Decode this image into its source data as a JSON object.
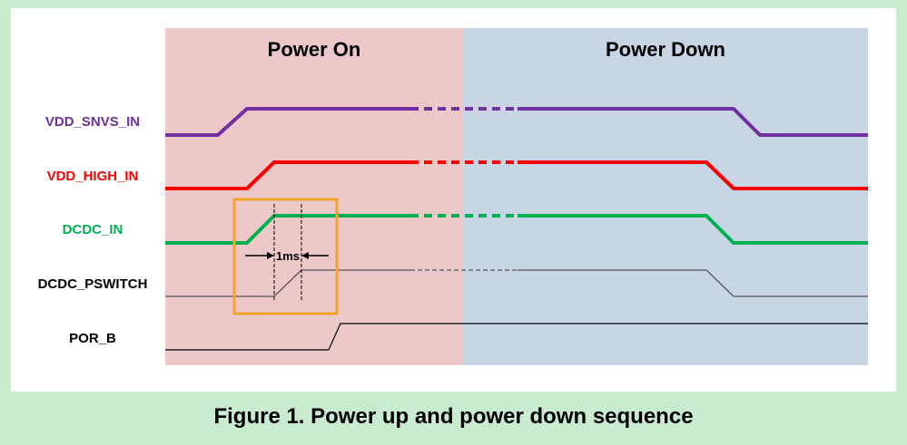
{
  "sections": {
    "power_on": "Power On",
    "power_down": "Power Down"
  },
  "signals": [
    {
      "name": "VDD_SNVS_IN",
      "color": "#7030a0"
    },
    {
      "name": "VDD_HIGH_IN",
      "color": "#ff0000"
    },
    {
      "name": "DCDC_IN",
      "color": "#00b050"
    },
    {
      "name": "DCDC_PSWITCH",
      "color": "#000000"
    },
    {
      "name": "POR_B",
      "color": "#000000"
    }
  ],
  "colors": {
    "power_on_bg": "#ecc8c8",
    "power_down_bg": "#c8d5e4",
    "highlight_box": "#f4a428",
    "page_bg": "#c9ebd0"
  },
  "annotation": {
    "delay_label": "1ms"
  },
  "caption": "Figure 1.  Power up and power down sequence"
}
